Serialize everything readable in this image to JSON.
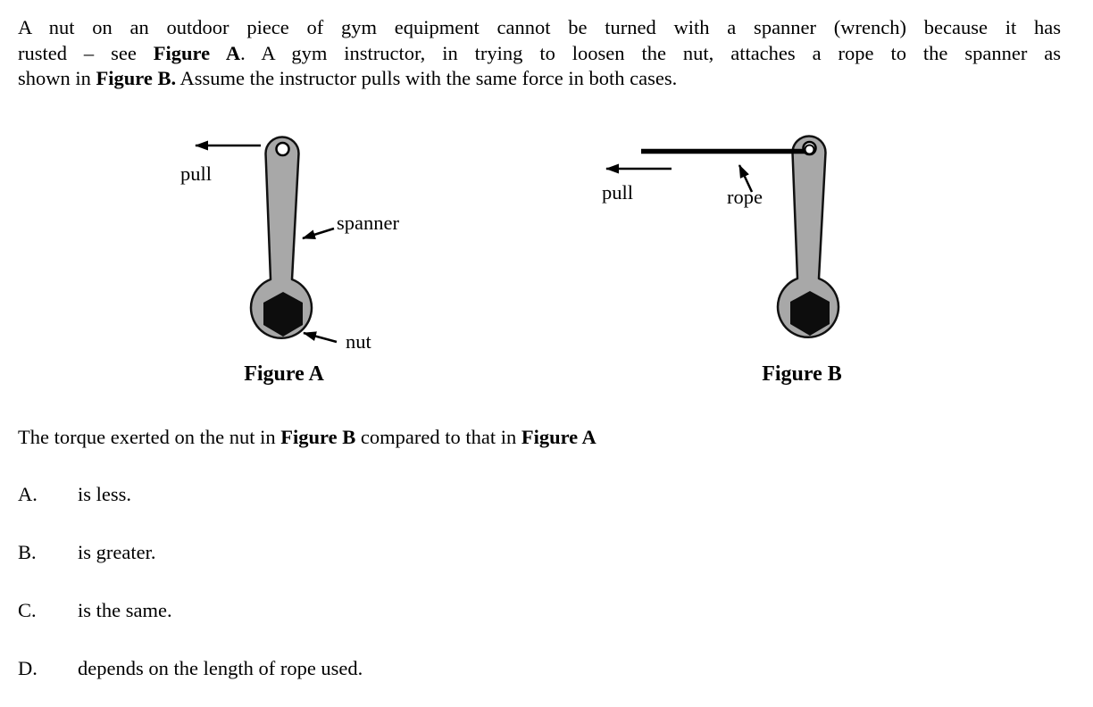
{
  "paragraph": {
    "lines": [
      {
        "segments": [
          {
            "t": "A nut on an outdoor piece of gym equipment cannot be turned with a spanner (wrench) because it has",
            "b": false
          }
        ]
      },
      {
        "segments": [
          {
            "t": "rusted – see ",
            "b": false
          },
          {
            "t": "Figure A",
            "b": true
          },
          {
            "t": ".  A gym instructor, in trying to loosen the nut, attaches a rope to the spanner as",
            "b": false
          }
        ]
      },
      {
        "segments": [
          {
            "t": "shown in ",
            "b": false
          },
          {
            "t": "Figure B.",
            "b": true
          },
          {
            "t": "  Assume the instructor pulls with the same force in both cases.",
            "b": false
          }
        ]
      }
    ]
  },
  "figure_a": {
    "pull_label": "pull",
    "spanner_label": "spanner",
    "nut_label": "nut",
    "caption": "Figure A"
  },
  "figure_b": {
    "pull_label": "pull",
    "rope_label": "rope",
    "caption": "Figure B"
  },
  "question": {
    "segments": [
      {
        "t": "The torque exerted on the nut in ",
        "b": false
      },
      {
        "t": "Figure B",
        "b": true
      },
      {
        "t": " compared to that in ",
        "b": false
      },
      {
        "t": "Figure A",
        "b": true
      }
    ]
  },
  "options": [
    {
      "letter": "A.",
      "text": "is less."
    },
    {
      "letter": "B.",
      "text": "is greater."
    },
    {
      "letter": "C.",
      "text": "is the same."
    },
    {
      "letter": "D.",
      "text": "depends on the length of rope used."
    }
  ],
  "colors": {
    "background": "#ffffff",
    "ink": "#000000",
    "spanner_gray": "#a8a8a8"
  }
}
